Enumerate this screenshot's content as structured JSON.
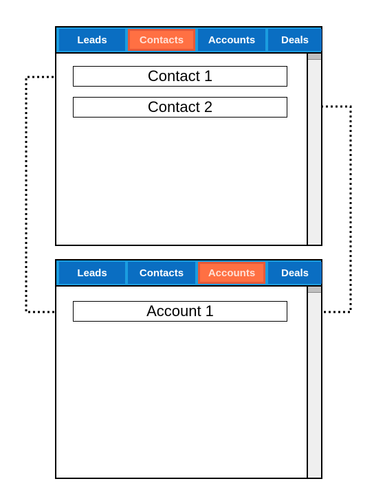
{
  "contacts_window": {
    "tabs": [
      "Leads",
      "Contacts",
      "Accounts",
      "Deals"
    ],
    "active_tab": "Contacts",
    "records": [
      "Contact 1",
      "Contact 2"
    ]
  },
  "accounts_window": {
    "tabs": [
      "Leads",
      "Contacts",
      "Accounts",
      "Deals"
    ],
    "active_tab": "Accounts",
    "records": [
      "Account 1"
    ]
  },
  "links": [
    {
      "from": "Contact 1",
      "to": "Account 1"
    },
    {
      "from": "Contact 2",
      "to": "Account 1"
    }
  ],
  "colors": {
    "tab_bar": "#1a9de0",
    "tab": "#0a6ec2",
    "tab_active": "#ff7043",
    "connector": "#000000"
  }
}
